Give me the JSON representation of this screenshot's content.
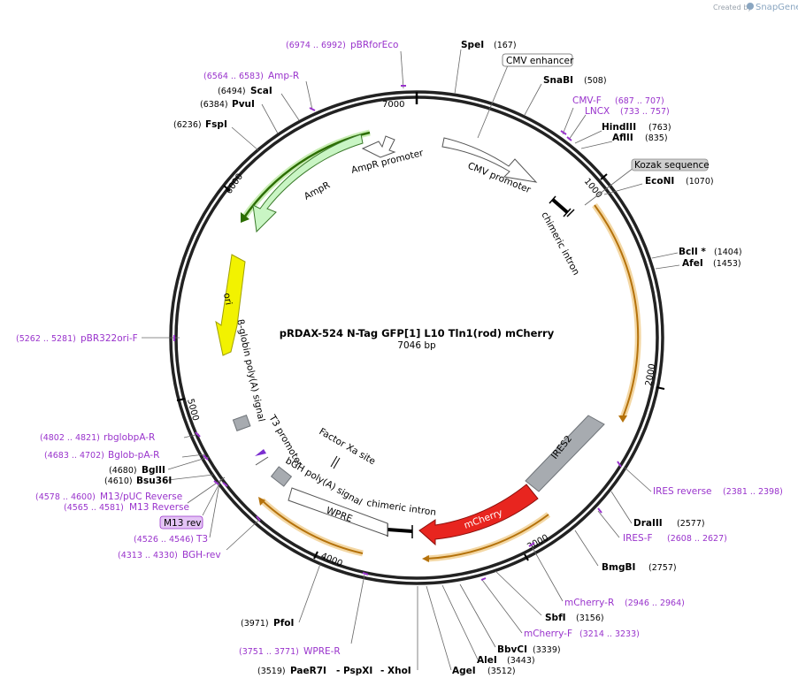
{
  "credit": {
    "prefix": "Created by",
    "brand": "SnapGene"
  },
  "plasmid": {
    "name": "pRDAX-524    N-Tag GFP[1] L10 Tln1(rod) mCherry",
    "size": "7046 bp"
  },
  "ticks": [
    "1000",
    "2000",
    "3000",
    "4000",
    "5000",
    "6000",
    "7000"
  ],
  "features": {
    "cmv_promoter": "CMV promoter",
    "chimeric_intron_1": "chimeric intron",
    "chimeric_intron_2": "chimeric intron",
    "ires2": "IRES2",
    "mcherry": "mCherry",
    "wpre": "WPRE",
    "bgh_polya": "bGH poly(A) signal",
    "factor_xa": "Factor Xa site",
    "t3_promoter": "T3 promoter",
    "beta_globin": "β-globin poly(A) signal",
    "ori": "ori",
    "ampr": "AmpR",
    "ampr_promoter": "AmpR promoter"
  },
  "sites": {
    "spei": {
      "name": "SpeI",
      "pos": "(167)"
    },
    "cmv_enhancer": {
      "name": "CMV enhancer"
    },
    "snabi": {
      "name": "SnaBI",
      "pos": "(508)"
    },
    "cmv_f": {
      "name": "CMV-F",
      "pos": "(687 .. 707)"
    },
    "lncx": {
      "name": "LNCX",
      "pos": "(733 .. 757)"
    },
    "hindiii": {
      "name": "HindIII",
      "pos": "(763)"
    },
    "aflii": {
      "name": "AflII",
      "pos": "(835)"
    },
    "kozak": {
      "name": "Kozak sequence"
    },
    "econi": {
      "name": "EcoNI",
      "pos": "(1070)"
    },
    "bcli": {
      "name": "BclI *",
      "pos": "(1404)"
    },
    "afei": {
      "name": "AfeI",
      "pos": "(1453)"
    },
    "ires_rev": {
      "name": "IRES reverse",
      "pos": "(2381 .. 2398)"
    },
    "draiii": {
      "name": "DraIII",
      "pos": "(2577)"
    },
    "ires_f": {
      "name": "IRES-F",
      "pos": "(2608 .. 2627)"
    },
    "bmgbi": {
      "name": "BmgBI",
      "pos": "(2757)"
    },
    "mcherry_r": {
      "name": "mCherry-R",
      "pos": "(2946 .. 2964)"
    },
    "sbfi": {
      "name": "SbfI",
      "pos": "(3156)"
    },
    "mcherry_f": {
      "name": "mCherry-F",
      "pos": "(3214 .. 3233)"
    },
    "bbvci": {
      "name": "BbvCI",
      "pos": "(3339)"
    },
    "alei": {
      "name": "AleI",
      "pos": "(3443)"
    },
    "agei": {
      "name": "AgeI",
      "pos": "(3512)"
    },
    "paer7i_line": {
      "pos": "(3519)",
      "n1": "PaeR7I",
      "n2": "- PspXI",
      "n3": "- XhoI"
    },
    "wpre_r": {
      "name": "WPRE-R",
      "pos": "(3751 .. 3771)"
    },
    "pfoi": {
      "name": "PfoI",
      "pos": "(3971)"
    },
    "bgh_rev": {
      "name": "BGH-rev",
      "pos": "(4313 .. 4330)"
    },
    "t3": {
      "name": "T3",
      "pos": "(4526 .. 4546)"
    },
    "m13_rev_box": {
      "name": "M13 rev"
    },
    "m13_reverse": {
      "name": "M13 Reverse",
      "pos": "(4565 .. 4581)"
    },
    "m13_puc_rev": {
      "name": "M13/pUC Reverse",
      "pos": "(4578 .. 4600)"
    },
    "bsu36i": {
      "name": "Bsu36I",
      "pos": "(4610)"
    },
    "bglii": {
      "name": "BglII",
      "pos": "(4680)"
    },
    "bglob_pa_r": {
      "name": "Bglob-pA-R",
      "pos": "(4683 .. 4702)"
    },
    "rbglobpa_r": {
      "name": "rbglobpA-R",
      "pos": "(4802 .. 4821)"
    },
    "pbr322ori_f": {
      "name": "pBR322ori-F",
      "pos": "(5262 .. 5281)"
    },
    "fspi": {
      "name": "FspI",
      "pos": "(6236)"
    },
    "pvui": {
      "name": "PvuI",
      "pos": "(6384)"
    },
    "scai": {
      "name": "ScaI",
      "pos": "(6494)"
    },
    "amp_r": {
      "name": "Amp-R",
      "pos": "(6564 .. 6583)"
    },
    "pbrforeco": {
      "name": "pBRforEco",
      "pos": "(6974 .. 6992)"
    }
  },
  "colors": {
    "purple": "#9933cc",
    "mcherry": "#e8251f",
    "ires": "#a7abb0",
    "ori": "#f2f200",
    "ampr": "#c9f5c4",
    "orange": "#e8a23c"
  }
}
